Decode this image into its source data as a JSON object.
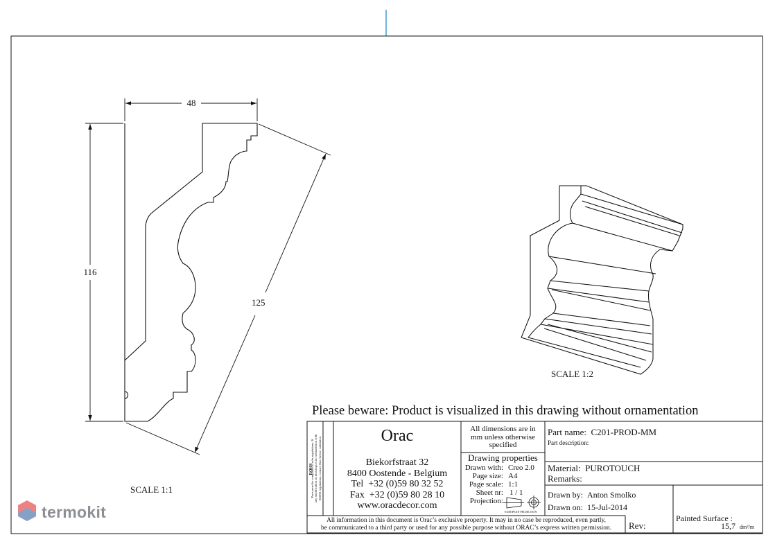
{
  "dimensions": {
    "width": "48",
    "height": "116",
    "diagonal": "125"
  },
  "scales": {
    "profile": "SCALE  1:1",
    "iso": "SCALE  1:2"
  },
  "warning": "Please beware: Product is visualized in this drawing without ornamentation",
  "side_note": {
    "rohs": "ROHS",
    "line1": "Parts must be compliant to rohs regulations. If",
    "line2": "any modification on drawings is in contradiction with",
    "line3": "ROHS regulations, contact Orac before validation"
  },
  "company": {
    "name": "Orac",
    "street": "Biekorfstraat 32",
    "city": "8400 Oostende - Belgium",
    "tel_label": "Tel",
    "tel": "+32 (0)59 80 32 52",
    "fax_label": "Fax",
    "fax": "+32 (0)59 80 28 10",
    "web": "www.oracdecor.com"
  },
  "units_note": {
    "line1": "All dimensions are in",
    "line2": "mm unless otherwise",
    "line3": "specified"
  },
  "drawing_properties": {
    "title": "Drawing properties",
    "drawn_with_label": "Drawn with:",
    "drawn_with": "Creo 2.0",
    "page_size_label": "Page size:",
    "page_size": "A4",
    "page_scale_label": "Page scale:",
    "page_scale": "1:1",
    "sheet_nr_label": "Sheet nr:",
    "sheet_nr": "1 / 1",
    "projection_label": "Projection:",
    "projection_caption": "EUROPEAN PROJECTION"
  },
  "part": {
    "name_label": "Part name:",
    "name": "C201-PROD-MM",
    "description_label": "Part description:",
    "material_label": "Material:",
    "material": "PUROTOUCH",
    "remarks_label": "Remarks:",
    "drawn_by_label": "Drawn by:",
    "drawn_by": "Anton Smolko",
    "drawn_on_label": "Drawn on:",
    "drawn_on": "15-Jul-2014",
    "rev_label": "Rev:",
    "painted_surface_label": "Painted Surface :",
    "painted_surface_value": "15,7",
    "painted_surface_unit": "dm²/m"
  },
  "footer": {
    "line1": "All information in this document is Orac’s exclusive property.  It may in no case be reproduced, even partly,",
    "line2": "be communicated to a third party or used for any possible purpose without ORAC’s express written permission."
  },
  "watermark": {
    "text": "termokit",
    "color": "#e85a5a"
  }
}
